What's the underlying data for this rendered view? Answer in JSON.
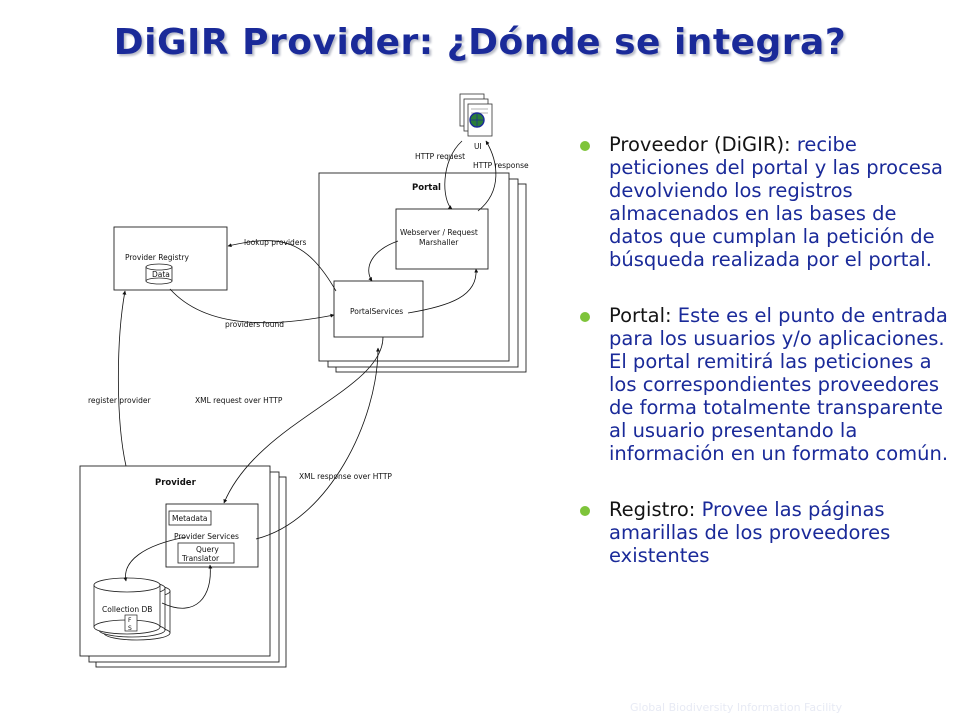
{
  "title": "DiGIR Provider: ¿Dónde se integra?",
  "diagram": {
    "ui": "UI",
    "http_request": "HTTP request",
    "http_response": "HTTP response",
    "portal": "Portal",
    "webserver": [
      "Webserver / Request",
      "Marshaller"
    ],
    "portal_services": "PortalServices",
    "provider_registry": "Provider Registry",
    "data": "Data",
    "lookup_providers": "lookup providers",
    "providers_found": "providers found",
    "register_provider": "register provider",
    "xml_request": "XML request  over HTTP",
    "xml_response": "XML response over HTTP",
    "provider": "Provider",
    "metadata": "Metadata",
    "provider_services": "Provider Services",
    "query_translator": [
      "Query",
      "Translator"
    ],
    "collection_db": "Collection DB",
    "fs": [
      "F",
      "S"
    ]
  },
  "bullets": [
    {
      "term": "Proveedor (DiGIR):",
      "text": " recibe peticiones del portal y las procesa devolviendo los registros almacenados en las bases de datos que cumplan la petición de búsqueda realizada por el portal."
    },
    {
      "term": "Portal:",
      "text": " Este es el punto de entrada para los usuarios y/o aplicaciones. El portal remitirá las peticiones a los correspondientes proveedores de forma totalmente transparente al usuario presentando la información en un formato común."
    },
    {
      "term": "Registro:",
      "text": " Provee las páginas amarillas de los proveedores existentes"
    }
  ],
  "footer": "Global Biodiversity Information Facility",
  "colors": {
    "title": "#1a2a99",
    "bullet": "#7ec43a",
    "text": "#1a2a99"
  }
}
